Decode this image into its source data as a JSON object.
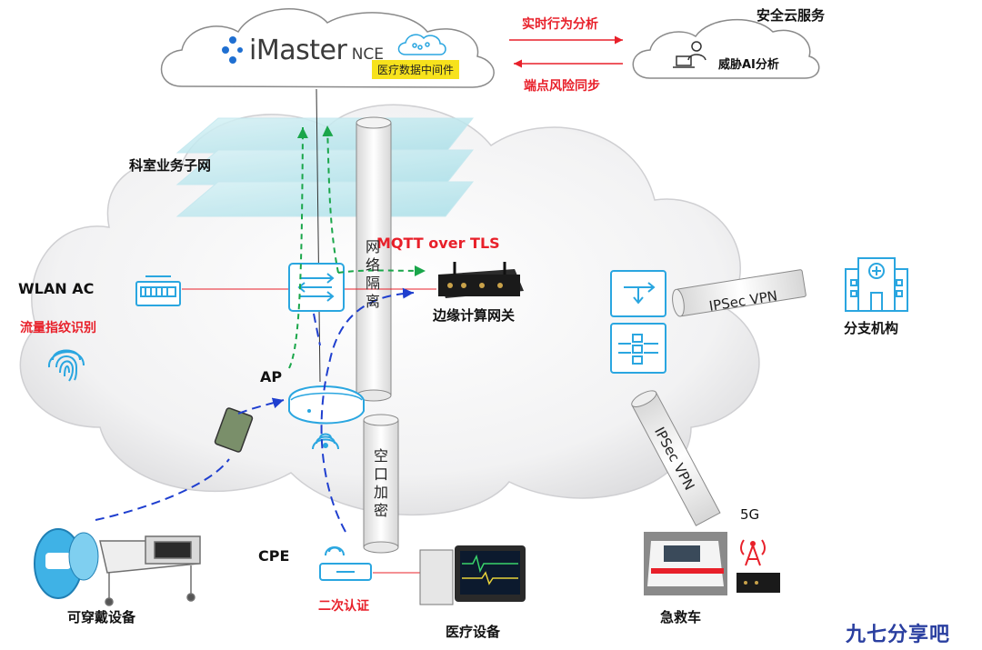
{
  "header": {
    "platform_name": "iMaster",
    "platform_suffix": "NCE",
    "middleware_label": "医疗数据中间件"
  },
  "security_cloud": {
    "title": "安全云服务",
    "ai_label": "威胁AI分析",
    "to_cloud_label": "实时行为分析",
    "from_cloud_label": "端点风险同步"
  },
  "labels": {
    "subnet": "科室业务子网",
    "wlan_ac": "WLAN AC",
    "fingerprint": "流量指纹识别",
    "ap": "AP",
    "cpe": "CPE",
    "secondary_auth": "二次认证",
    "mqtt": "MQTT over TLS",
    "edge_gateway": "边缘计算网关",
    "network_isolation": "网络隔离",
    "air_encryption": "空口加密",
    "ipsec_vpn_1": "IPSec VPN",
    "ipsec_vpn_2": "IPSec VPN",
    "branch": "分支机构",
    "five_g": "5G",
    "ambulance": "急救车",
    "wearable": "可穿戴设备",
    "medical": "医疗设备",
    "watermark": "九七分享吧"
  },
  "colors": {
    "accent_blue": "#2aa6e0",
    "red_text": "#e8202a",
    "green_flow": "#1aa64a",
    "blue_flow": "#1f3fcf",
    "highlight": "#f7e21c"
  },
  "icons": [
    "cloud-icon",
    "user-laptop-icon",
    "ac-device-icon",
    "fingerprint-icon",
    "switch-icon",
    "firewall-icon",
    "hospital-icon",
    "ap-icon",
    "wifi-signal-icon",
    "cpe-icon",
    "cell-tower-icon",
    "gateway-device-icon"
  ]
}
